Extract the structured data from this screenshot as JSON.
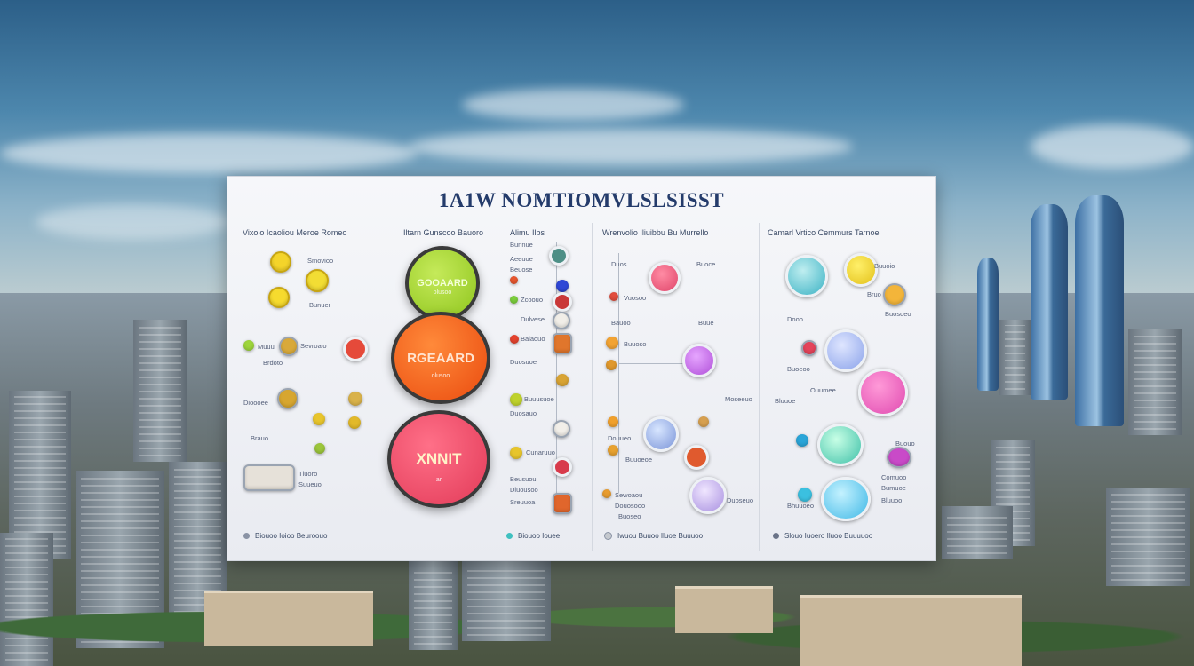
{
  "panel": {
    "title": "1A1W NOMTIOMVLSLSISST"
  },
  "columns": [
    {
      "heading": "Vixolo Icaoliou Meroe Romeo"
    },
    {
      "heading": "Iltarn Gunscoo Bauoro"
    },
    {
      "heading": "Alimu Ilbs"
    },
    {
      "heading": "Wrenvolio Iliuibbu Bu Murrello"
    },
    {
      "heading": "Camarl Vrtico Cemmurs Tarnoe"
    }
  ],
  "big_buttons": [
    {
      "label": "GOOAARD",
      "sub": "olusoo",
      "color": "#9ccf2c"
    },
    {
      "label": "RGEAARD",
      "sub": "olusoo",
      "color": "#ef5a17"
    },
    {
      "label": "XNNIT",
      "sub": "ar",
      "color": "#e43f5c"
    }
  ],
  "labels": {
    "c1": [
      "Smovioo",
      "Bunuer",
      "Muuu",
      "Sevroalo",
      "Brdoto",
      "Dioooee",
      "Brauo",
      "Tluoro",
      "Suueuo"
    ],
    "c3": [
      "Bunnue",
      "Aeeuoe",
      "Beuose",
      "Zcoouo",
      "Dulvese",
      "Baiaouo",
      "Duosuoe",
      "Buuusuoe",
      "Duosauo",
      "Cunaruuo",
      "Beusuou",
      "Dluousoo",
      "Sreuuoa"
    ],
    "c4": [
      "Duos",
      "Buoce",
      "Vuosoo",
      "Bauoo",
      "Buue",
      "Buuoso",
      "Moseeuo",
      "Douueo",
      "Buuoeoe",
      "Sewoaou",
      "Douosooo",
      "Buoseo",
      "Duoseuo"
    ],
    "c5": [
      "Buuoio",
      "Bruo",
      "Dooo",
      "Buosoeo",
      "Ouumee",
      "Bluuoe",
      "Buouo",
      "Comuoo",
      "Bumuoe",
      "Bhuuoeo",
      "Bluuoo",
      "Buoeoo"
    ]
  },
  "footer": [
    "Biouoo Ioioo Beuroouo",
    "Biouoo Iouee",
    "Iwuou Buuoo Iluoe Buuuoo",
    "Slouo Iuoero Iluoo Buuuuoo"
  ]
}
